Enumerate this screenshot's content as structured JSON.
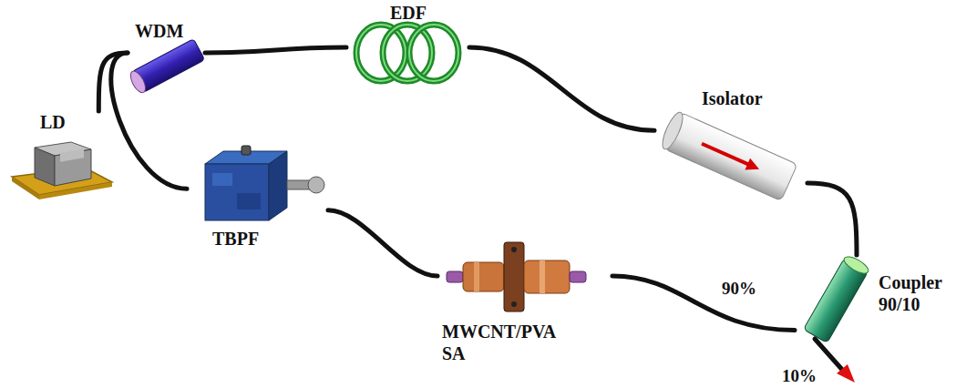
{
  "diagram": {
    "nodes": [
      {
        "text": [
          "LD"
        ]
      },
      {
        "text": [
          "WDM"
        ]
      },
      {
        "text": [
          "EDF"
        ]
      },
      {
        "text": [
          "Isolator"
        ]
      },
      {
        "text": [
          "Coupler 90/10"
        ]
      },
      {
        "text": [
          "MWCNT/PVA SA"
        ]
      },
      {
        "text": [
          "TBPF"
        ]
      }
    ],
    "edges": [
      {
        "from": 0,
        "to": 1,
        "arrow": "none"
      },
      {
        "from": 1,
        "to": 2,
        "arrow": "none"
      },
      {
        "from": 2,
        "to": 3,
        "arrow": "none"
      },
      {
        "from": 3,
        "to": 4,
        "arrow": "none"
      },
      {
        "from": 4,
        "to": 5,
        "arrow": "none"
      },
      {
        "from": 5,
        "to": 6,
        "arrow": "none"
      },
      {
        "from": 6,
        "to": 1,
        "arrow": "none"
      }
    ],
    "labels": [
      "90%",
      "10%"
    ]
  }
}
